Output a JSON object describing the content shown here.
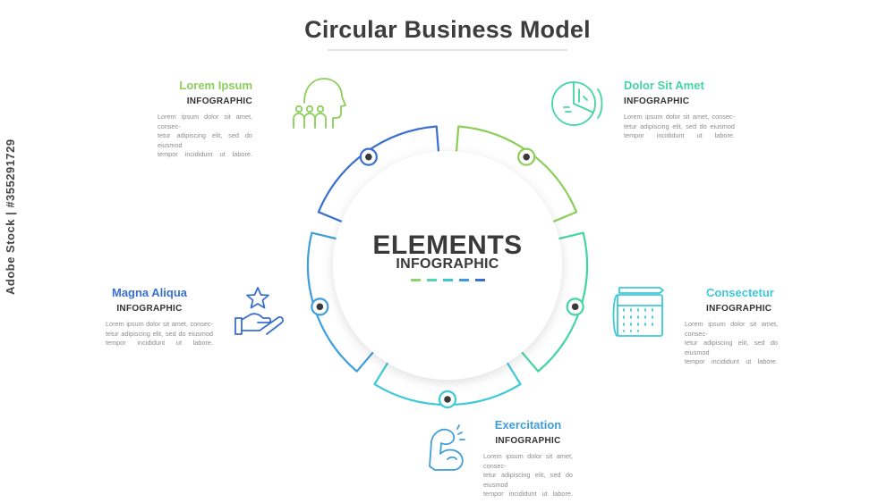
{
  "title": "Circular Business Model",
  "center": {
    "title": "ELEMENTS",
    "subtitle": "INFOGRAPHIC",
    "dash_colors": [
      "#8bd36a",
      "#4fd6b0",
      "#3ec6d6",
      "#3d9bdc",
      "#3a6fd1"
    ]
  },
  "segments": [
    {
      "name": "Lorem Ipsum",
      "tag": "INFOGRAPHIC",
      "desc": [
        "Lorem ipsum dolor sit amet, consec-",
        "tetur adipiscing elit, sed do eiusmod",
        "tempor incididunt ut labore."
      ],
      "color": "#8bcf5a",
      "icon": "team-head-icon"
    },
    {
      "name": "Dolor Sit Amet",
      "tag": "INFOGRAPHIC",
      "desc": [
        "Lorem ipsum dolor sit amet, consec-",
        "tetur adipiscing elit, sed do eiusmod",
        "tempor incididunt ut labore."
      ],
      "color": "#43d6a0",
      "icon": "pie-chart-icon"
    },
    {
      "name": "Consectetur",
      "tag": "INFOGRAPHIC",
      "desc": [
        "Lorem ipsum dolor sit amet, consec-",
        "tetur adipiscing elit, sed do eiusmod",
        "tempor incididunt ut labore."
      ],
      "color": "#3ec9d8",
      "icon": "calendar-icon"
    },
    {
      "name": "Exercitation",
      "tag": "INFOGRAPHIC",
      "desc": [
        "Lorem ipsum dolor sit amet, consec-",
        "tetur adipiscing elit, sed do eiusmod",
        "tempor incididunt ut labore."
      ],
      "color": "#3f9edc",
      "icon": "flexed-arm-icon"
    },
    {
      "name": "Magna Aliqua",
      "tag": "INFOGRAPHIC",
      "desc": [
        "Lorem ipsum dolor sit amet, consec-",
        "tetur adipiscing elit, sed do eiusmod",
        "tempor incididunt ut labore."
      ],
      "color": "#3a6fd0",
      "icon": "star-in-hand-icon"
    }
  ],
  "watermark": "Adobe Stock | #355291729"
}
